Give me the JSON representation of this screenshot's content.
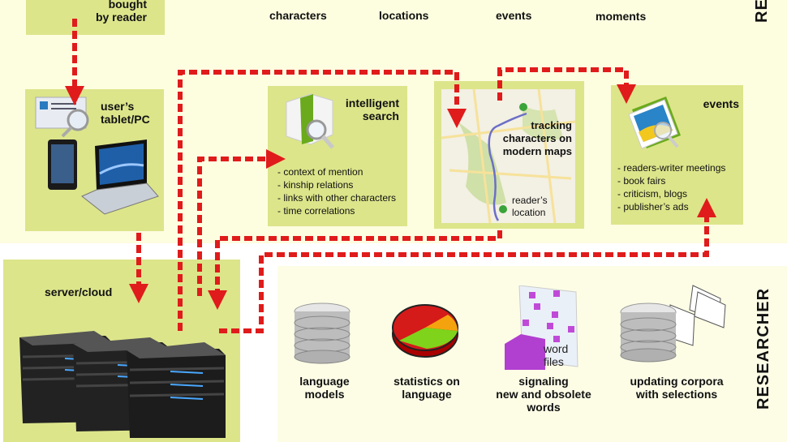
{
  "sections": {
    "reader_label": "RE",
    "researcher_label": "RESEARCHER"
  },
  "top_row": {
    "labels": [
      "characters",
      "locations",
      "events",
      "moments"
    ]
  },
  "book_box": {
    "label_line1": "bought",
    "label_line2": "by reader"
  },
  "device_box": {
    "label_line1": "user’s",
    "label_line2": "tablet/PC"
  },
  "search_box": {
    "title_line1": "intelligent",
    "title_line2": "search",
    "items": [
      "- context of mention",
      "- kinship relations",
      "- links with other characters",
      "- time correlations"
    ]
  },
  "map_box": {
    "title_line1": "tracking",
    "title_line2": "characters on",
    "title_line3": "modern maps",
    "sub_line1": "reader’s",
    "sub_line2": "location"
  },
  "events_box": {
    "title": "events",
    "items": [
      "- readers-writer meetings",
      "- book fairs",
      "- criticism, blogs",
      "- publisher’s ads"
    ]
  },
  "server_box": {
    "label": "server/cloud"
  },
  "researcher_items": [
    {
      "line1": "language",
      "line2": "models",
      "line3": ""
    },
    {
      "line1": "statistics on",
      "line2": "language",
      "line3": ""
    },
    {
      "line1": "signaling",
      "line2": "new and obsolete",
      "line3": "words"
    },
    {
      "line1": "updating corpora",
      "line2": "with selections",
      "line3": ""
    }
  ],
  "word_files_label_line1": "word",
  "word_files_label_line2": "files",
  "colors": {
    "box_green": "#dce58a",
    "arrow_red": "#e01b1b",
    "background": "#fdfde6"
  }
}
